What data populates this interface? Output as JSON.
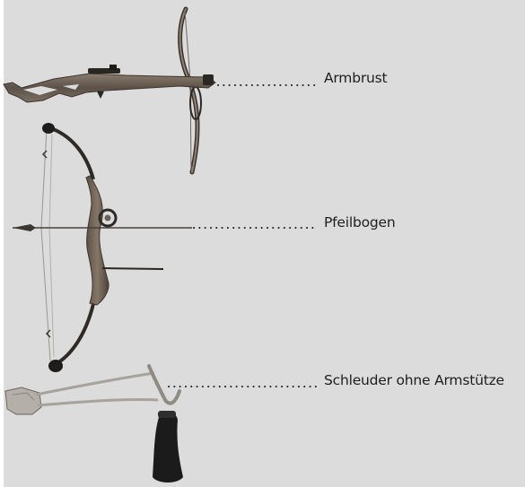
{
  "labels": {
    "armbrust": "Armbrust",
    "pfeilbogen": "Pfeilbogen",
    "schleuder": "Schleuder ohne Armstütze"
  },
  "colors": {
    "background": "#dcdcdd",
    "leader_dots": "#1e1e1e",
    "wood": "#6f6358",
    "dark": "#1b1b1b"
  },
  "icons": [
    "crossbow-illustration",
    "compound-bow-illustration",
    "slingshot-illustration"
  ]
}
